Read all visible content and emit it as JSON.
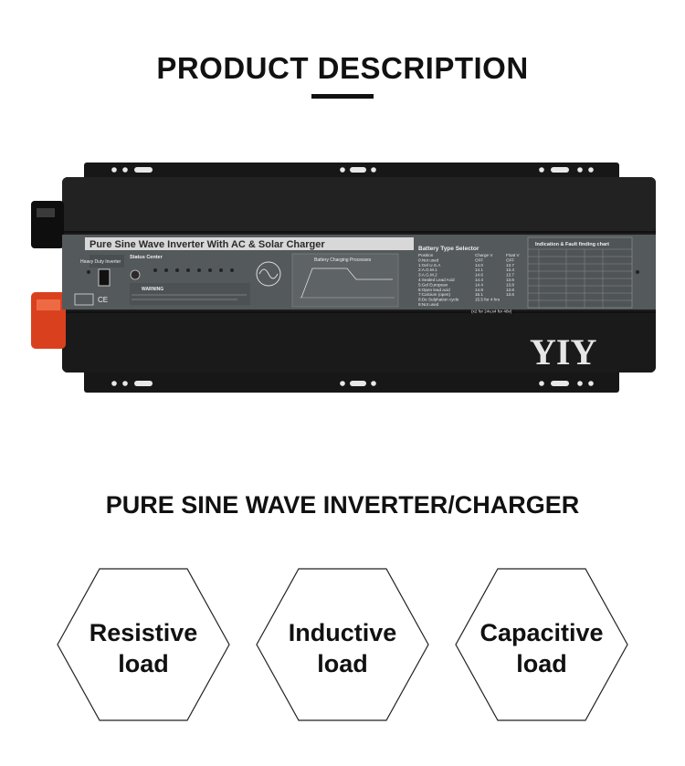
{
  "header": {
    "title": "PRODUCT  DESCRIPTION"
  },
  "product": {
    "panel_title": "Pure Sine Wave Inverter With AC & Solar Charger",
    "brand": "YIY",
    "heavy_duty_label": "Heavy Duty Inverter",
    "status_center_label": "Status Center",
    "warning_label": "WARNING",
    "charging_title": "Battery Charging Processes",
    "selector_title": "Battery Type Selector",
    "fault_title": "Indication & Fault finding chart",
    "selector_headers": [
      "Position",
      "Charge V",
      "Float V"
    ],
    "selector_rows": [
      [
        "0:Not used",
        "OFF",
        "OFF"
      ],
      [
        "1:Gel U.S.A",
        "14.0",
        "13.7"
      ],
      [
        "2:A.G.M.1",
        "14.1",
        "13.4"
      ],
      [
        "3:A.G.M.2",
        "14.6",
        "13.7"
      ],
      [
        "4:Sealed Lead Acid",
        "14.4",
        "13.6"
      ],
      [
        "5:Gel European",
        "14.4",
        "13.8"
      ],
      [
        "6:Open lead acid",
        "14.8",
        "13.8"
      ],
      [
        "7:Calcium (open)",
        "15.1",
        "13.6"
      ],
      [
        "8:De Sulphation cycle",
        "15.5 for 4 hrs",
        ""
      ],
      [
        "9:Not used",
        "",
        ""
      ]
    ],
    "selector_note": "(x2 for 24v,x4 for 48v)",
    "colors": {
      "body": "#1a1a1a",
      "panel": "#54595c",
      "terminal_red": "#d9411e",
      "terminal_black": "#0e0e0e"
    }
  },
  "tagline": "PURE SINE WAVE INVERTER/CHARGER",
  "load_types": [
    {
      "line1": "Resistive",
      "line2": "load"
    },
    {
      "line1": "Inductive",
      "line2": "load"
    },
    {
      "line1": "Capacitive",
      "line2": "load"
    }
  ]
}
